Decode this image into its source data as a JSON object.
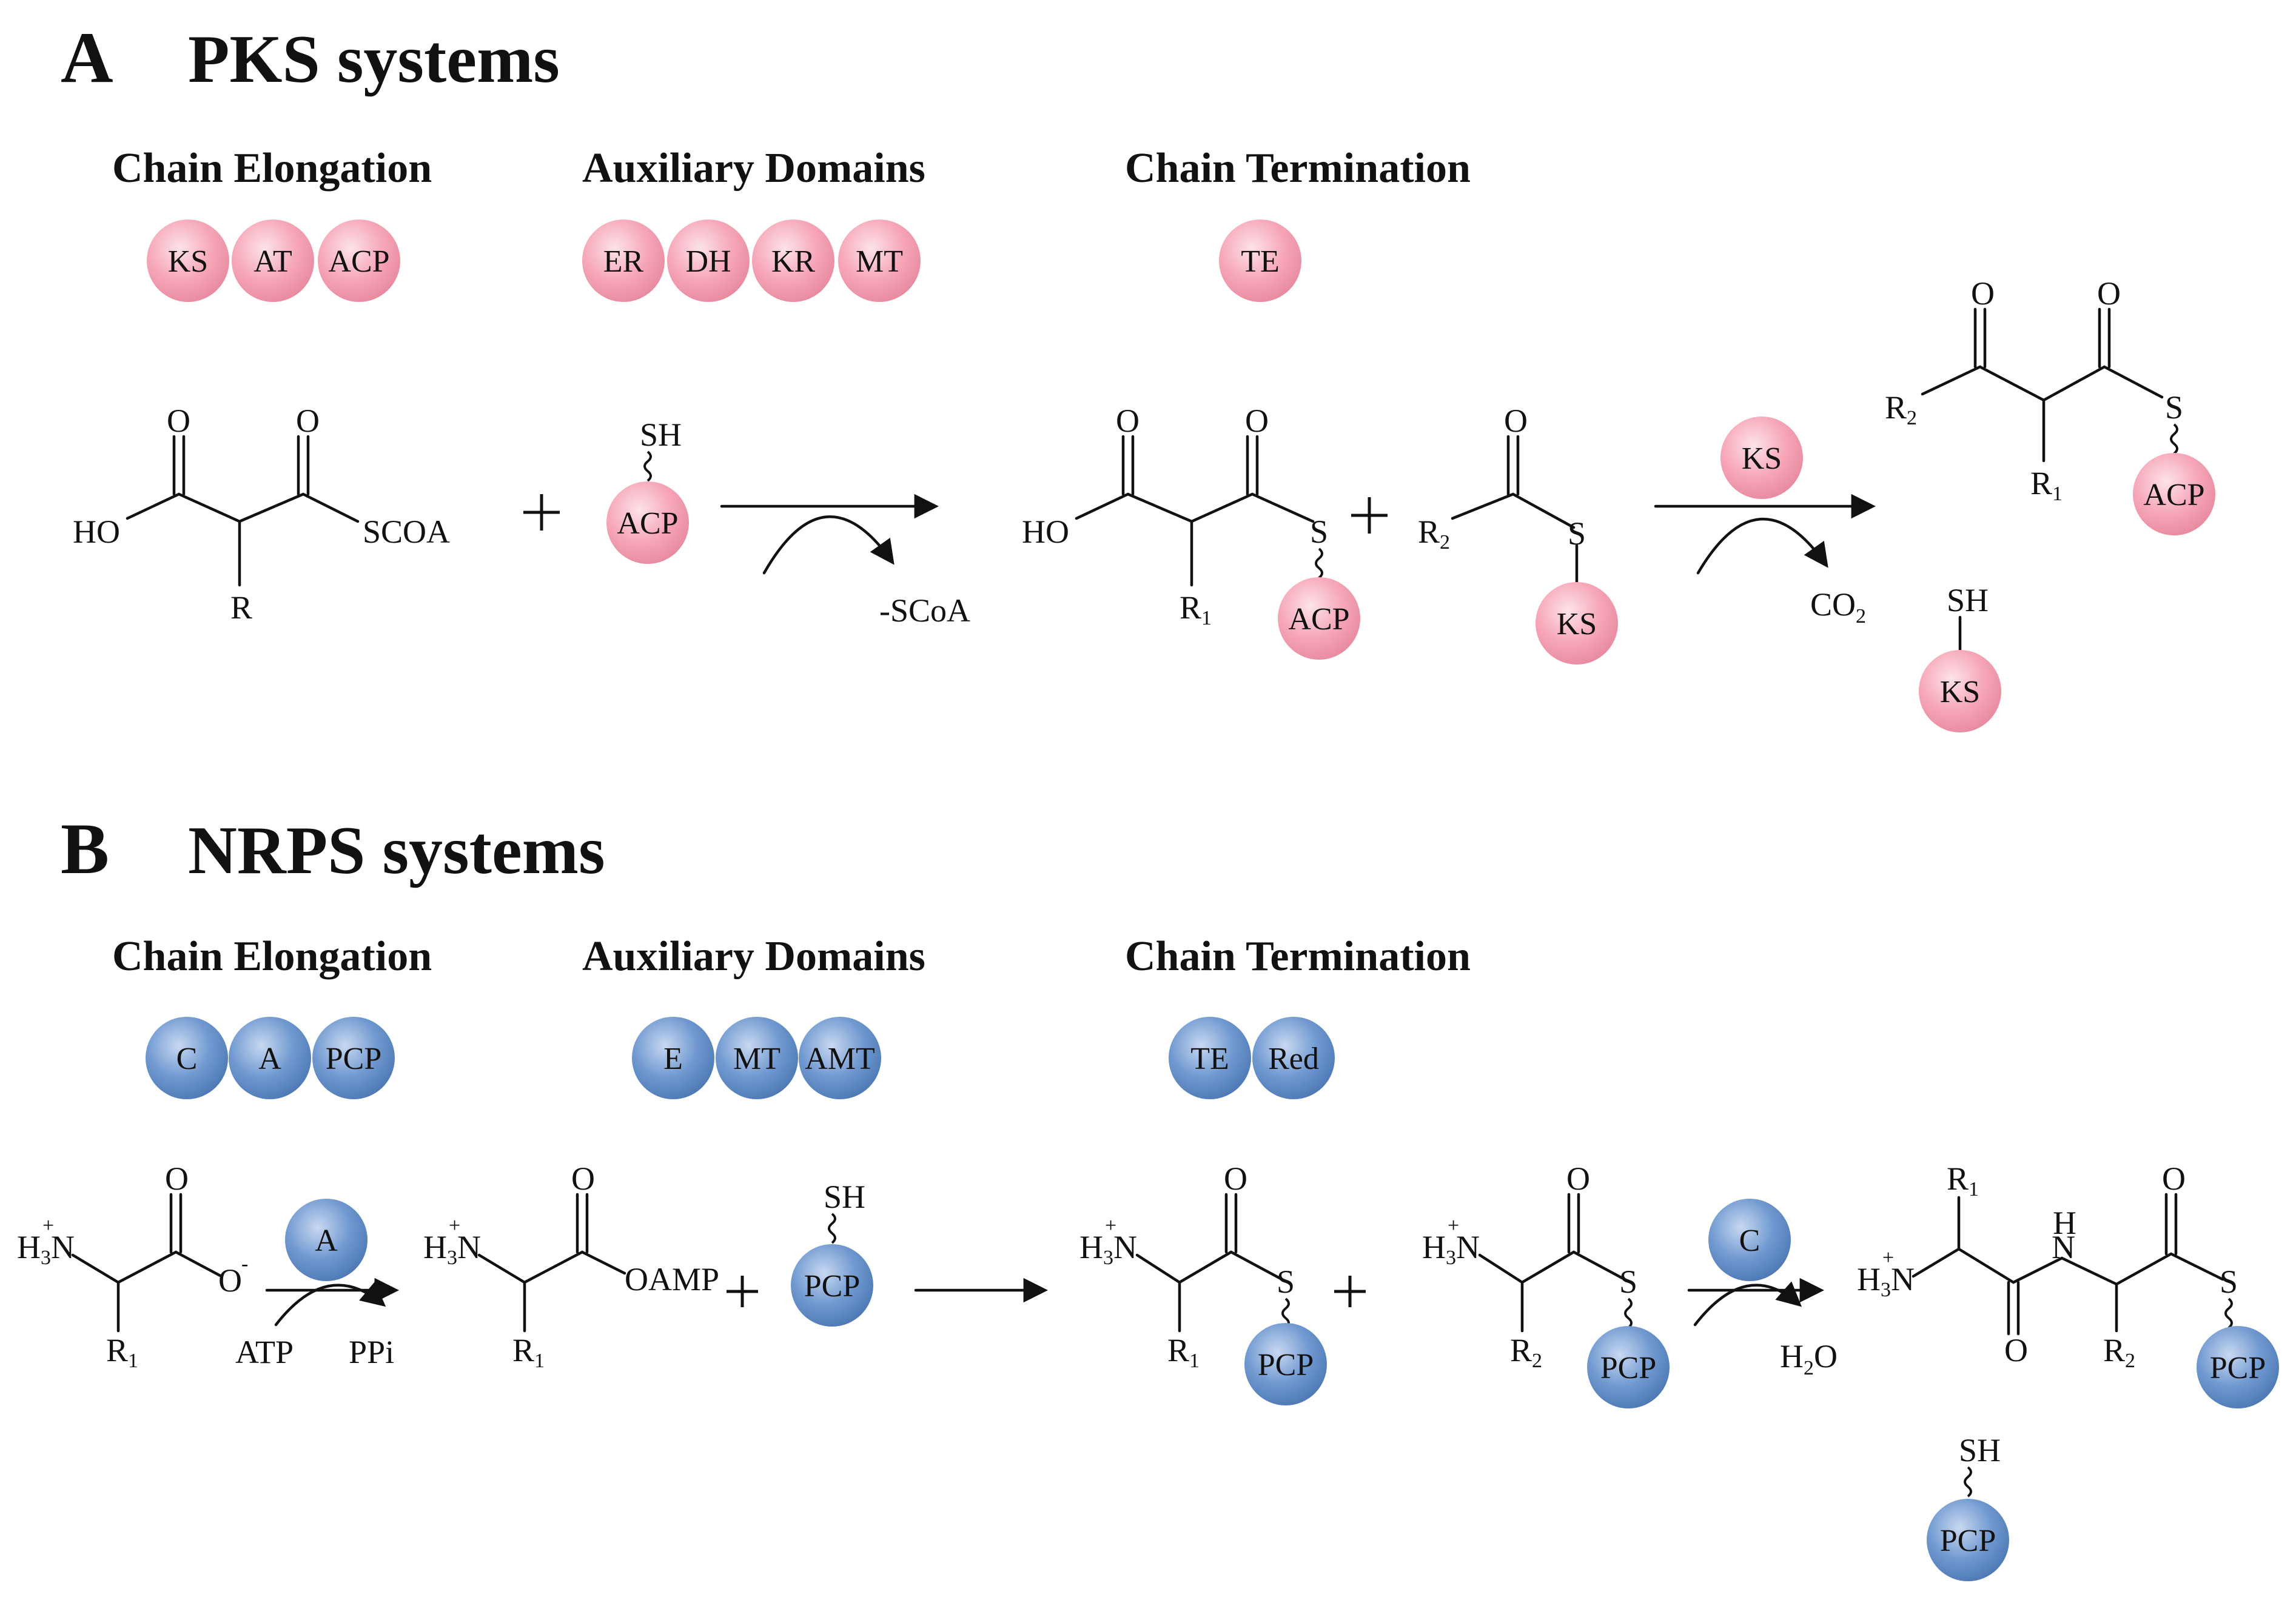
{
  "colors": {
    "pks": "#f4a3b3",
    "nrps": "#6f97cf"
  },
  "panelA": {
    "letter": "A",
    "title": "PKS systems",
    "categories": {
      "elongation": "Chain Elongation",
      "auxiliary": "Auxiliary Domains",
      "termination": "Chain Termination"
    },
    "elongation": [
      "KS",
      "AT",
      "ACP"
    ],
    "auxiliary": [
      "ER",
      "DH",
      "KR",
      "MT"
    ],
    "termination": [
      "TE"
    ],
    "scheme": {
      "ho": "HO",
      "o": "O",
      "r": "R",
      "scoa": "SCOA",
      "sh": "SH",
      "s": "S",
      "acp": "ACP",
      "ks": "KS",
      "minus_scoa": "-SCoA",
      "co2": "CO",
      "co2_sub": "2",
      "r1": "R",
      "r1_sub": "1",
      "r2": "R",
      "r2_sub": "2"
    }
  },
  "panelB": {
    "letter": "B",
    "title": "NRPS systems",
    "categories": {
      "elongation": "Chain Elongation",
      "auxiliary": "Auxiliary Domains",
      "termination": "Chain Termination"
    },
    "elongation": [
      "C",
      "A",
      "PCP"
    ],
    "auxiliary": [
      "E",
      "MT",
      "AMT"
    ],
    "termination": [
      "TE",
      "Red"
    ],
    "scheme": {
      "h": "H",
      "h3_sub": "3",
      "n": "N",
      "plus": "+",
      "o": "O",
      "o_minus": "O",
      "minus": "-",
      "oamp": "OAMP",
      "atp": "ATP",
      "ppi": "PPi",
      "a": "A",
      "c": "C",
      "pcp": "PCP",
      "sh": "SH",
      "s": "S",
      "h2o": "H",
      "h2o_sub": "2",
      "h2o_o": "O",
      "r": "R",
      "r1_sub": "1",
      "r2_sub": "2"
    }
  }
}
